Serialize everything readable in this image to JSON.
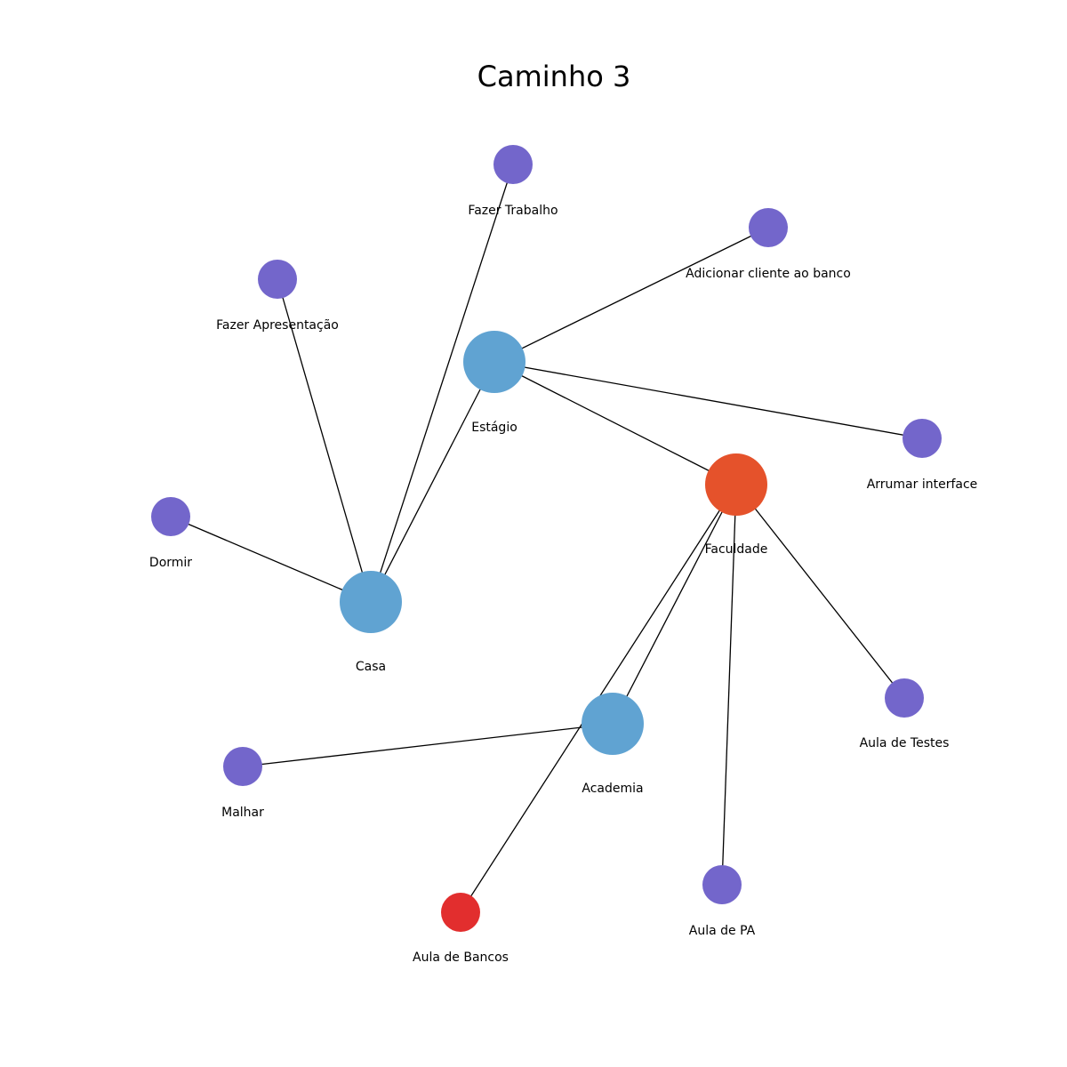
{
  "title": "Caminho 3",
  "colors": {
    "location": "#60a3d2",
    "task": "#7366cb",
    "current": "#e5522b",
    "target": "#e22e2e",
    "edge": "#000000",
    "background": "#ffffff"
  },
  "nodes": [
    {
      "id": "fazer-trabalho",
      "label": "Fazer Trabalho",
      "kind": "task"
    },
    {
      "id": "adicionar-cliente",
      "label": "Adicionar cliente ao banco",
      "kind": "task"
    },
    {
      "id": "fazer-apresentacao",
      "label": "Fazer Apresentação",
      "kind": "task"
    },
    {
      "id": "estagio",
      "label": "Estágio",
      "kind": "location"
    },
    {
      "id": "arrumar-interface",
      "label": "Arrumar interface",
      "kind": "task"
    },
    {
      "id": "faculdade",
      "label": "Faculdade",
      "kind": "current"
    },
    {
      "id": "dormir",
      "label": "Dormir",
      "kind": "task"
    },
    {
      "id": "casa",
      "label": "Casa",
      "kind": "location"
    },
    {
      "id": "aula-testes",
      "label": "Aula de Testes",
      "kind": "task"
    },
    {
      "id": "academia",
      "label": "Academia",
      "kind": "location"
    },
    {
      "id": "malhar",
      "label": "Malhar",
      "kind": "task"
    },
    {
      "id": "aula-pa",
      "label": "Aula de PA",
      "kind": "task"
    },
    {
      "id": "aula-bancos",
      "label": "Aula de Bancos",
      "kind": "target"
    }
  ],
  "edges": [
    [
      "casa",
      "fazer-trabalho"
    ],
    [
      "casa",
      "fazer-apresentacao"
    ],
    [
      "casa",
      "dormir"
    ],
    [
      "casa",
      "estagio"
    ],
    [
      "estagio",
      "adicionar-cliente"
    ],
    [
      "estagio",
      "arrumar-interface"
    ],
    [
      "estagio",
      "faculdade"
    ],
    [
      "faculdade",
      "aula-testes"
    ],
    [
      "faculdade",
      "aula-pa"
    ],
    [
      "faculdade",
      "academia"
    ],
    [
      "faculdade",
      "aula-bancos"
    ],
    [
      "academia",
      "malhar"
    ]
  ]
}
